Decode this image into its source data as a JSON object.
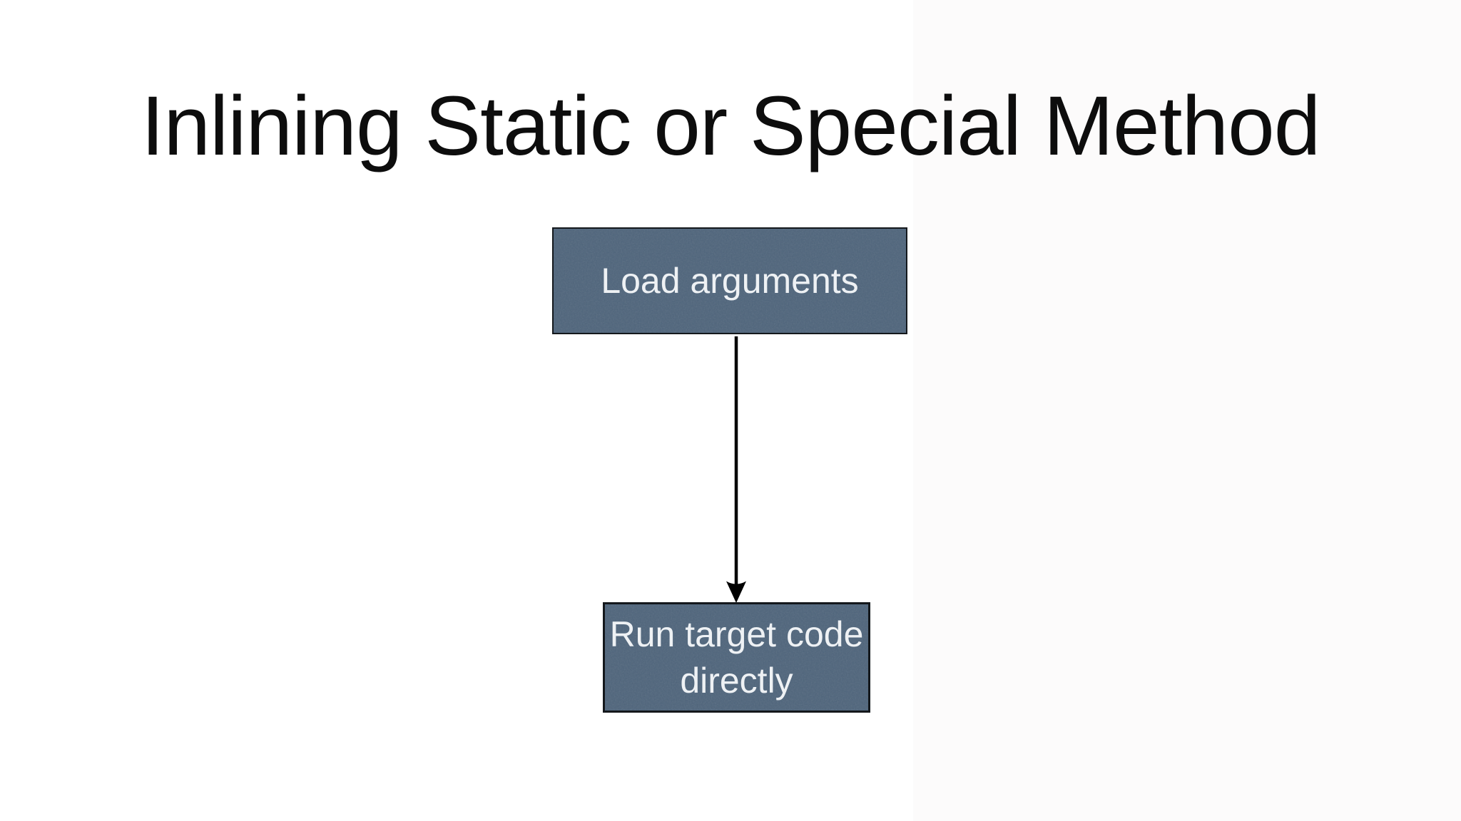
{
  "slide": {
    "title": "Inlining Static or Special Method",
    "background_color": "#ffffff",
    "right_shade_color": "#fcfbfb",
    "title_color": "#0d0d0d"
  },
  "diagram": {
    "type": "flowchart",
    "node_fill_color": "#4e647b",
    "node_border_color": "#14181c",
    "node_text_color": "#eef1f4",
    "arrow_color": "#000000",
    "nodes": [
      {
        "id": "load-arguments",
        "label": "Load arguments",
        "lines": [
          "Load arguments"
        ]
      },
      {
        "id": "run-target-code",
        "label": "Run target code directly",
        "lines": [
          "Run target code",
          "directly"
        ]
      }
    ],
    "edges": [
      {
        "from": "load-arguments",
        "to": "run-target-code",
        "style": "arrow-down"
      }
    ]
  }
}
